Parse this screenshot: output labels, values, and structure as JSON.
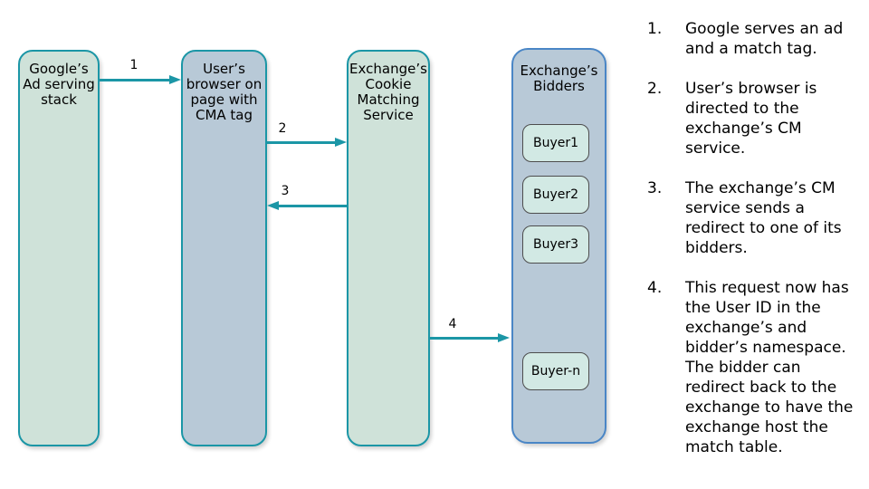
{
  "diagram": {
    "boxes": [
      {
        "id": "google-ad-stack",
        "label": "Google’s\nAd serving\nstack"
      },
      {
        "id": "user-browser",
        "label": "User’s\nbrowser on\npage with\nCMA tag"
      },
      {
        "id": "cookie-matching-service",
        "label": "Exchange’s\nCookie\nMatching\nService"
      },
      {
        "id": "exchange-bidders",
        "label": "Exchange’s\nBidders"
      }
    ],
    "buyers": [
      "Buyer1",
      "Buyer2",
      "Buyer3",
      "Buyer-n"
    ],
    "arrows": [
      {
        "label": "1",
        "from": "google-ad-stack",
        "to": "user-browser"
      },
      {
        "label": "2",
        "from": "user-browser",
        "to": "cookie-matching-service"
      },
      {
        "label": "3",
        "from": "cookie-matching-service",
        "to": "user-browser"
      },
      {
        "label": "4",
        "from": "cookie-matching-service",
        "to": "exchange-bidders"
      }
    ],
    "colors": {
      "green_fill": "#cfe2d9",
      "blue_fill": "#b8c9d7",
      "teal_border": "#1b96a6",
      "blue_border": "#4a86c6",
      "buyer_fill": "#d2e9e4",
      "buyer_border": "#4d4d4d",
      "arrow": "#1b96a6",
      "text": "#000000"
    }
  },
  "steps": {
    "items": [
      {
        "num": "1.",
        "text": "Google serves an ad and a match tag."
      },
      {
        "num": "2.",
        "text": "User’s browser is directed to the exchange’s CM service."
      },
      {
        "num": "3.",
        "text": "The exchange’s CM service sends a redirect to one of its bidders."
      },
      {
        "num": "4.",
        "text": "This request now has the User ID in the exchange’s and bidder’s namespace. The bidder can redirect back to the exchange to have the exchange host the match table."
      }
    ]
  }
}
